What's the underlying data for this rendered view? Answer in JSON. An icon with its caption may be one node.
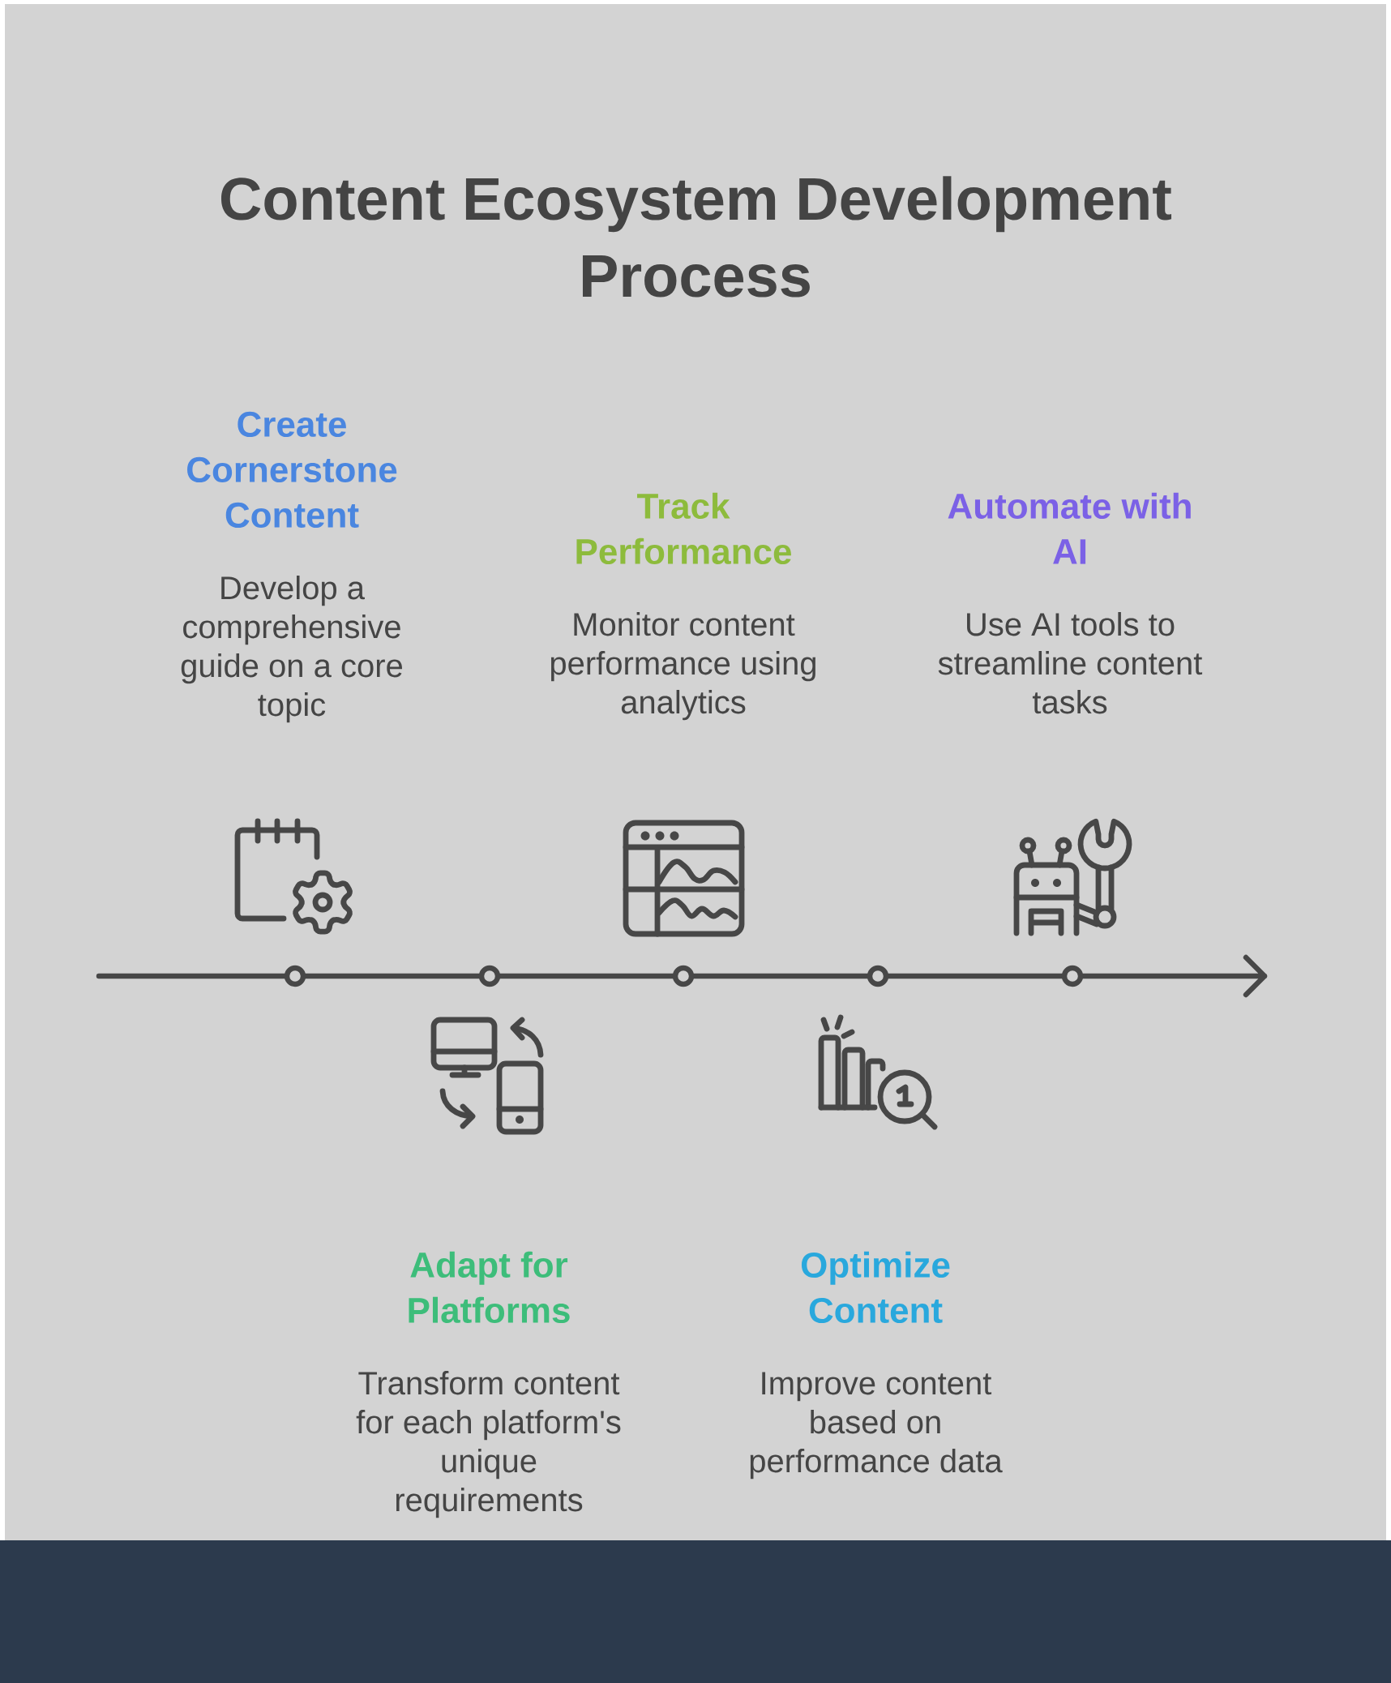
{
  "diagram": {
    "title": "Content Ecosystem Development Process",
    "nodes": [
      {
        "text": [
          "Create Cornerstone Content",
          "Develop a comprehensive guide on a core topic"
        ]
      },
      {
        "text": [
          "Adapt for Platforms",
          "Transform content for each platform's unique requirements"
        ]
      },
      {
        "text": [
          "Track Performance",
          "Monitor content performance using analytics"
        ]
      },
      {
        "text": [
          "Optimize Content",
          "Improve content based on performance data"
        ]
      },
      {
        "text": [
          "Automate with AI",
          "Use AI tools to streamline content tasks"
        ]
      }
    ]
  }
}
